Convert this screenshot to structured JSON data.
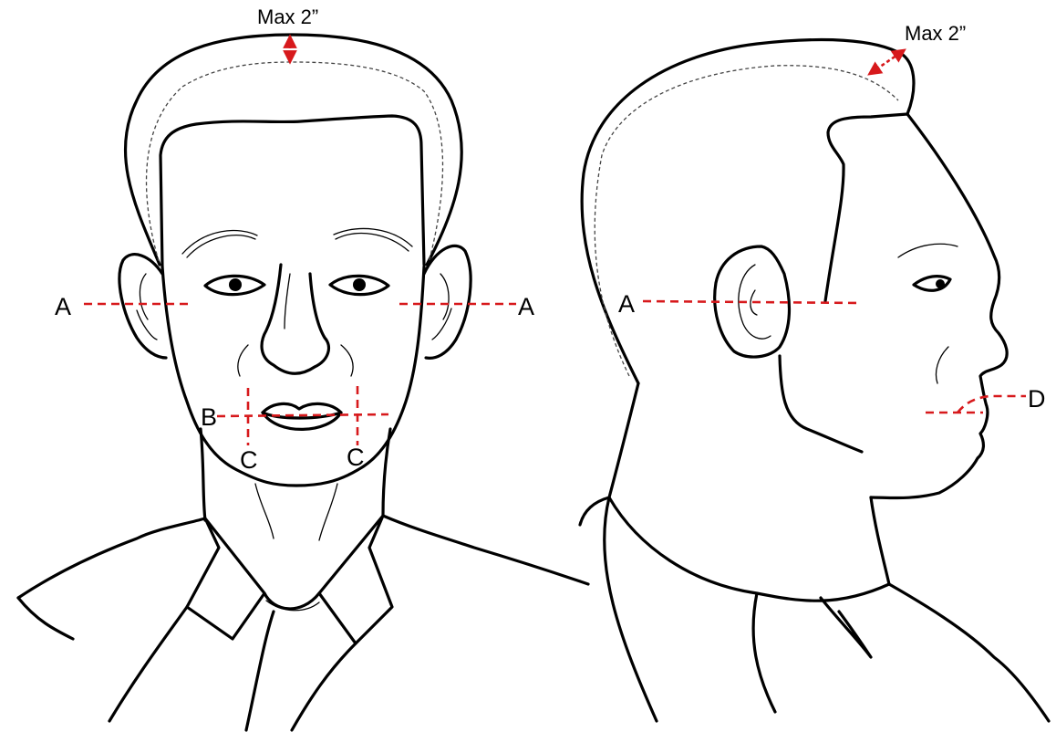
{
  "labels": {
    "max_front": "Max 2”",
    "max_side": "Max 2”",
    "a_front_left": "A",
    "a_front_right": "A",
    "a_side": "A",
    "b": "B",
    "c_left": "C",
    "c_right": "C",
    "d": "D"
  },
  "colors": {
    "guide": "#d7191c",
    "ink": "#000000"
  }
}
